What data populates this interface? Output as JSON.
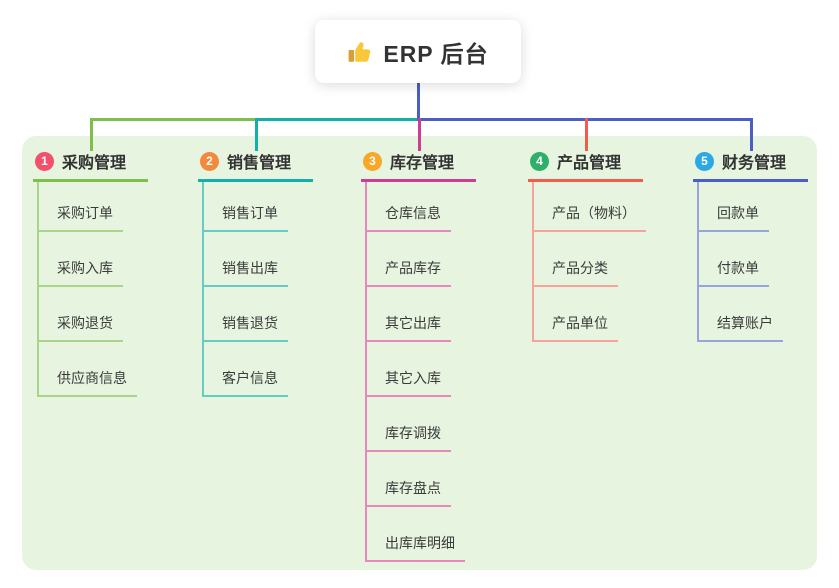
{
  "root": {
    "label": "ERP 后台",
    "icon": "thumbs-up-icon"
  },
  "branches": [
    {
      "badge": "1",
      "title": "采购管理",
      "color": "#7EBE4A",
      "child_color": "#A9D489",
      "badge_color": "#F4506C",
      "children": [
        "采购订单",
        "采购入库",
        "采购退货",
        "供应商信息"
      ]
    },
    {
      "badge": "2",
      "title": "销售管理",
      "color": "#13B0AA",
      "child_color": "#67CAC5",
      "badge_color": "#F28A3D",
      "children": [
        "销售订单",
        "销售出库",
        "销售退货",
        "客户信息"
      ]
    },
    {
      "badge": "3",
      "title": "库存管理",
      "color": "#CC3E93",
      "child_color": "#E886BE",
      "badge_color": "#F7A829",
      "children": [
        "仓库信息",
        "产品库存",
        "其它出库",
        "其它入库",
        "库存调拨",
        "库存盘点",
        "出库库明细"
      ]
    },
    {
      "badge": "4",
      "title": "产品管理",
      "color": "#F15B50",
      "child_color": "#F6A39C",
      "badge_color": "#2EB06A",
      "children": [
        "产品（物料）",
        "产品分类",
        "产品单位"
      ]
    },
    {
      "badge": "5",
      "title": "财务管理",
      "color": "#4A5EC6",
      "child_color": "#97A4DE",
      "badge_color": "#2BA9E6",
      "children": [
        "回款单",
        "付款单",
        "结算账户"
      ]
    }
  ],
  "colors": {
    "canvas_bg": "#E7F5E0",
    "root_line": "#4A5EC6",
    "card_bg": "#FFFFFF",
    "title_text": "#333333",
    "child_text": "#3B3B3B"
  }
}
